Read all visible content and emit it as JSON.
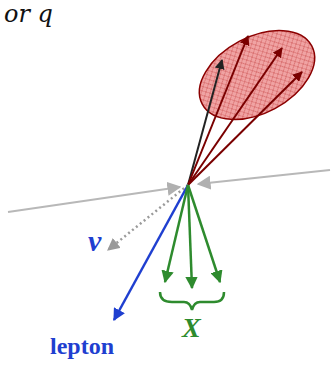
{
  "diagram": {
    "labels": [
      "or q",
      "ν",
      "lepton",
      "X"
    ]
  }
}
